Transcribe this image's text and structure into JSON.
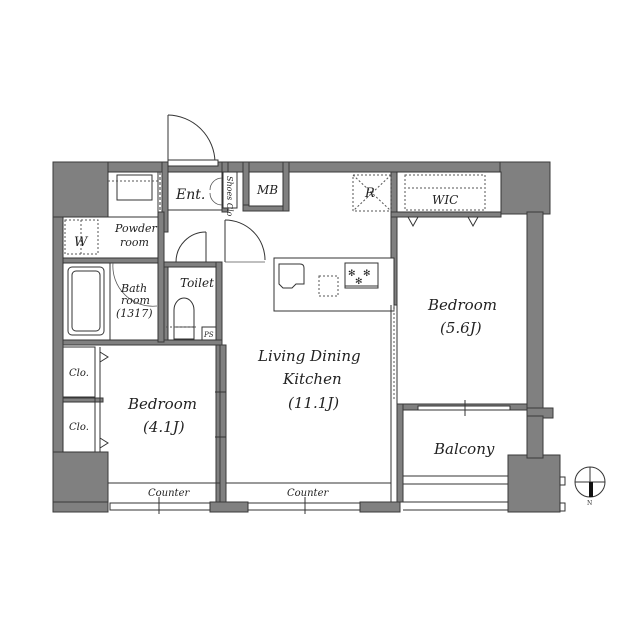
{
  "plan": {
    "rooms": {
      "entrance": {
        "label": "Ent."
      },
      "shoes_closet": {
        "label": "Shoes Clo"
      },
      "meter_box": {
        "label": "MB"
      },
      "refrigerator": {
        "label": "R"
      },
      "wic": {
        "label": "WIC"
      },
      "washer": {
        "label": "W"
      },
      "powder_room": {
        "line1": "Powder",
        "line2": "room"
      },
      "bathroom": {
        "line1": "Bath",
        "line2": "room",
        "line3": "(1317)"
      },
      "toilet": {
        "label": "Toilet"
      },
      "pipe_space": {
        "label": "PS"
      },
      "closet_1": {
        "label": "Clo."
      },
      "closet_2": {
        "label": "Clo."
      },
      "bedroom_small": {
        "line1": "Bedroom",
        "line2": "(4.1J)"
      },
      "ldk": {
        "line1": "Living Dining",
        "line2": "Kitchen",
        "line3": "(11.1J)"
      },
      "bedroom_large": {
        "line1": "Bedroom",
        "line2": "(5.6J)"
      },
      "balcony": {
        "label": "Balcony"
      },
      "counter_left": {
        "label": "Counter"
      },
      "counter_right": {
        "label": "Counter"
      }
    },
    "compass": {
      "label": "N",
      "icon": "north-arrow-icon"
    },
    "colors": {
      "wall": "#808080",
      "line": "#333333",
      "background": "#ffffff"
    }
  }
}
